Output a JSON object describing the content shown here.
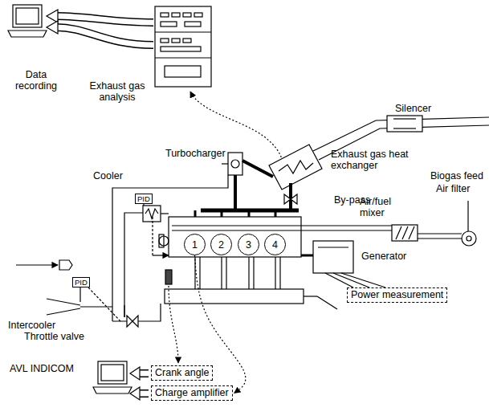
{
  "diagram": {
    "nodes": [
      {
        "text": [
          "PID"
        ]
      },
      {
        "text": [
          "PID"
        ]
      },
      {
        "text": [
          "1"
        ]
      },
      {
        "text": [
          "2"
        ]
      },
      {
        "text": [
          "3"
        ]
      },
      {
        "text": [
          "4"
        ]
      },
      {
        "text": [
          "Power measurement"
        ]
      },
      {
        "text": [
          "Crank angle"
        ]
      },
      {
        "text": [
          "Charge amplifier"
        ]
      }
    ],
    "edges": [
      {
        "from": 2,
        "to": 8,
        "arrow": "to"
      }
    ],
    "labels": [
      "Data recording",
      "Exhaust gas analysis",
      "Silencer",
      "Exhaust gas heat exchanger",
      "Turbocharger",
      "By-pass",
      "Biogas feed",
      "Air filter",
      "Air/fuel mixer",
      "Cooler",
      "Generator",
      "Intercooler",
      "Throttle valve",
      "AVL INDICOM"
    ]
  }
}
